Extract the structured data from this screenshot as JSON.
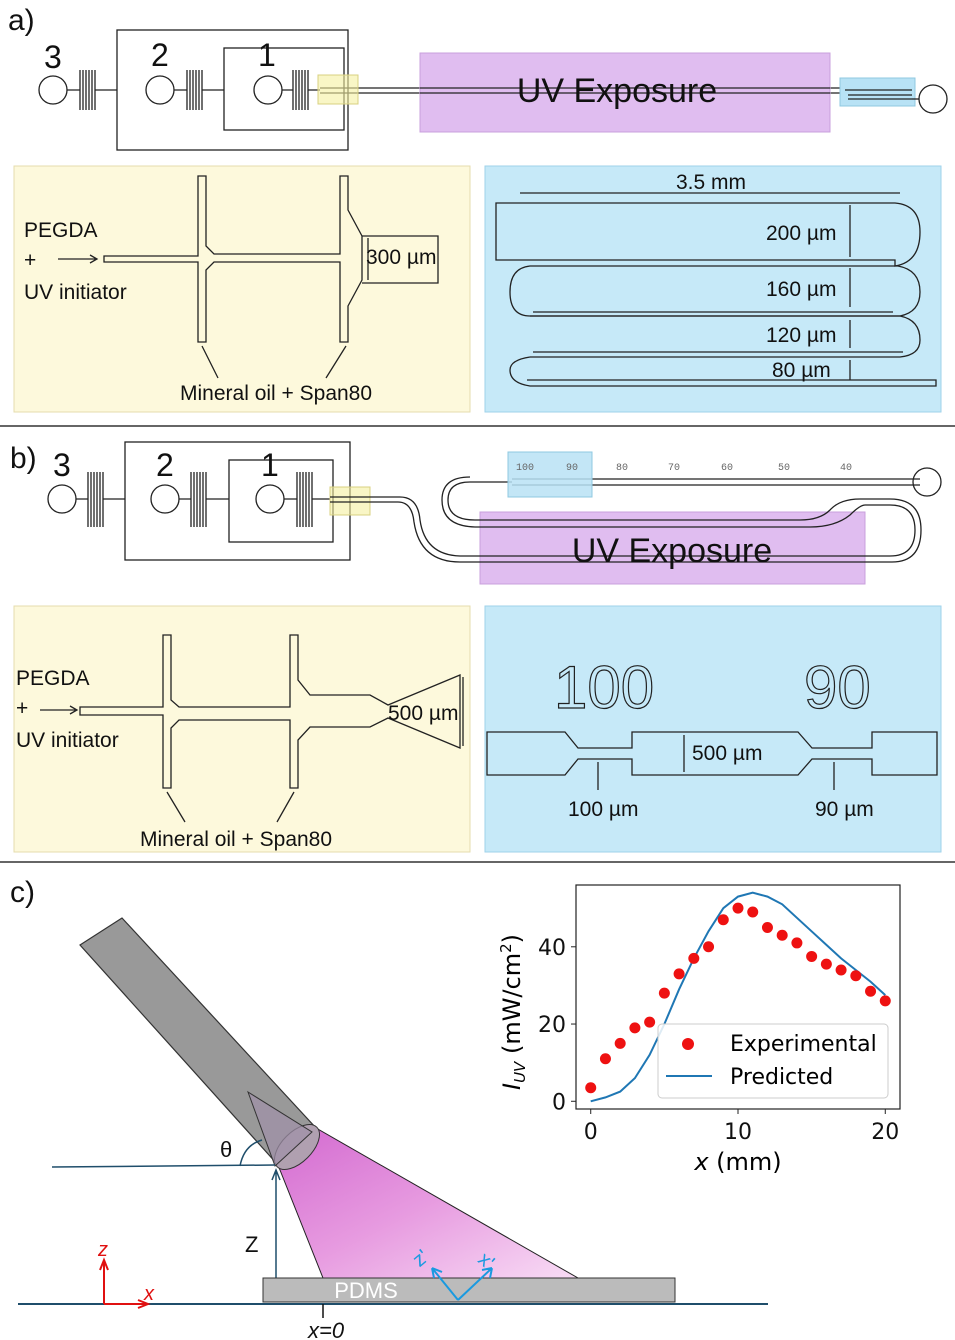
{
  "panel_a": {
    "label": "a)",
    "inlet_labels": [
      "3",
      "2",
      "1"
    ],
    "uv_label": "UV Exposure",
    "left_inset": {
      "fluid1": "PEGDA",
      "plus": "+",
      "fluid2": "UV initiator",
      "width": "300 µm",
      "oil": "Mineral oil + Span80"
    },
    "right_inset": {
      "length": "3.5 mm",
      "widths": [
        "200 µm",
        "160 µm",
        "120 µm",
        "80 µm"
      ]
    }
  },
  "panel_b": {
    "label": "b)",
    "inlet_labels": [
      "3",
      "2",
      "1"
    ],
    "uv_label": "UV Exposure",
    "constriction_labels": [
      "100",
      "90",
      "80",
      "70",
      "60",
      "50",
      "40"
    ],
    "left_inset": {
      "fluid1": "PEGDA",
      "plus": "+",
      "fluid2": "UV initiator",
      "width": "500 µm",
      "oil": "Mineral oil + Span80"
    },
    "right_inset": {
      "big_labels": [
        "100",
        "90"
      ],
      "width": "500 µm",
      "c1": "100 µm",
      "c2": "90 µm"
    }
  },
  "panel_c": {
    "label": "c)",
    "theta": "θ",
    "z_dist": "Z",
    "substrate": "PDMS",
    "origin": "x=0",
    "axis_z": "z",
    "axis_x": "x",
    "axis_z1": "z'",
    "axis_x1": "x'"
  },
  "colors": {
    "uv_purple": "#e0bdf0",
    "yellow_panel": "#fdf9dc",
    "blue_panel": "#c6e9f8",
    "experimental": "#ee1111",
    "predicted": "#1f77b4",
    "beam_pink": "#e27ed8"
  },
  "chart_data": {
    "type": "scatter",
    "xlabel": "x (mm)",
    "ylabel_main": "I",
    "ylabel_sub": "UV",
    "ylabel_unit": " (mW/cm",
    "ylabel_sup": "2",
    "ylabel_close": ")",
    "xlim": [
      -1,
      21
    ],
    "ylim": [
      -2,
      56
    ],
    "xticks": [
      0,
      10,
      20
    ],
    "yticks": [
      0,
      20,
      40
    ],
    "legend_position": "lower-right",
    "grid": false,
    "series": [
      {
        "name": "Experimental",
        "kind": "scatter",
        "x": [
          0,
          1,
          2,
          3,
          4,
          5,
          6,
          7,
          8,
          9,
          10,
          11,
          12,
          13,
          14,
          15,
          16,
          17,
          18,
          19,
          20
        ],
        "y": [
          3.5,
          11,
          15,
          19,
          20.5,
          28,
          33,
          37,
          40,
          47,
          50,
          49,
          45,
          43,
          41,
          37.5,
          35.5,
          34,
          32.5,
          28.5,
          26
        ]
      },
      {
        "name": "Predicted",
        "kind": "line",
        "x": [
          0,
          1,
          2,
          3,
          4,
          5,
          6,
          7,
          8,
          9,
          10,
          11,
          12,
          13,
          14,
          15,
          16,
          17,
          18,
          19,
          20
        ],
        "y": [
          0,
          1,
          2.5,
          6,
          12,
          20,
          29,
          37,
          44,
          50,
          53,
          54,
          53,
          51,
          47.5,
          44,
          40.5,
          37,
          34,
          31,
          27.5
        ]
      }
    ]
  }
}
